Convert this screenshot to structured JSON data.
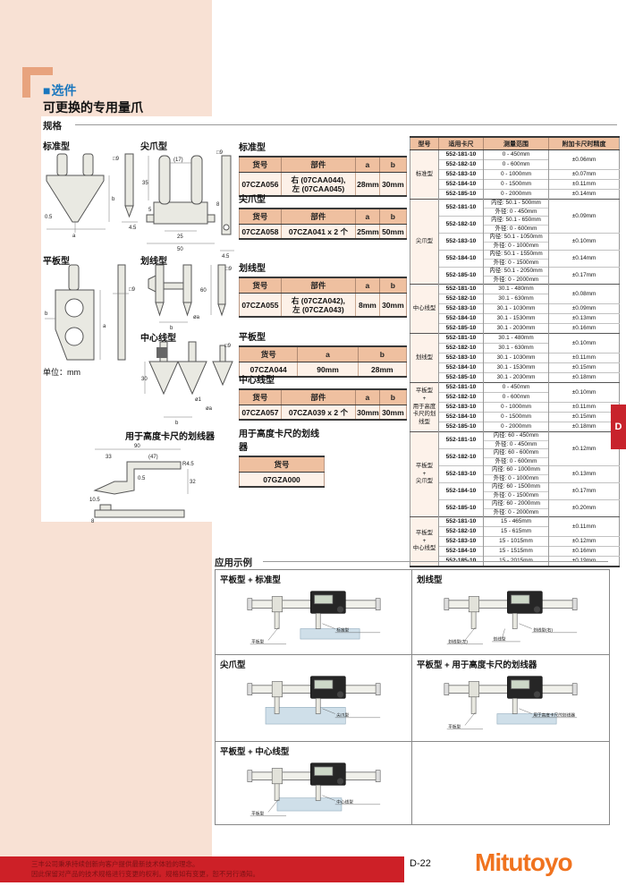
{
  "header": {
    "section_marker": "■",
    "section_title": "选件",
    "page_subtitle": "可更换的专用量爪",
    "spec_heading": "规格"
  },
  "drawings": {
    "unit_note": "单位：mm",
    "standard": {
      "label": "标准型",
      "dims": [
        "0.5",
        "a",
        "b",
        "□9",
        "4.5"
      ]
    },
    "pointed": {
      "label": "尖爪型",
      "dims": [
        "35",
        "5",
        "(17)",
        "8",
        "25",
        "50",
        "□9",
        "4.5"
      ]
    },
    "flat": {
      "label": "平板型",
      "dims": [
        "b",
        "a",
        "□9"
      ]
    },
    "scribing": {
      "label": "划线型",
      "dims": [
        "60",
        "b",
        "øa",
        "□9"
      ]
    },
    "centerline": {
      "label": "中心线型",
      "dims": [
        "30",
        "ø1",
        "øa",
        "b",
        "□9"
      ]
    },
    "height_scriber": {
      "label": "用于高度卡尺的划线器",
      "dims": [
        "90",
        "33",
        "(47)",
        "R4.5",
        "32",
        "10.5",
        "0.5",
        "8"
      ]
    }
  },
  "part_tables": [
    {
      "title": "标准型",
      "headers": [
        "货号",
        "部件",
        "a",
        "b"
      ],
      "rows": [
        [
          "07CZA056",
          "右 (07CAA044),\n左 (07CAA045)",
          "28mm",
          "30mm"
        ]
      ]
    },
    {
      "title": "尖爪型",
      "headers": [
        "货号",
        "部件",
        "a",
        "b"
      ],
      "rows": [
        [
          "07CZA058",
          "07CZA041 x 2 个",
          "25mm",
          "50mm"
        ]
      ]
    },
    {
      "title": "划线型",
      "headers": [
        "货号",
        "部件",
        "a",
        "b"
      ],
      "rows": [
        [
          "07CZA055",
          "右 (07CZA042),\n左 (07CZA043)",
          "8mm",
          "30mm"
        ]
      ]
    },
    {
      "title": "平板型",
      "headers": [
        "货号",
        "a",
        "b"
      ],
      "rows": [
        [
          "07CZA044",
          "90mm",
          "28mm"
        ]
      ]
    },
    {
      "title": "中心线型",
      "headers": [
        "货号",
        "部件",
        "a",
        "b"
      ],
      "rows": [
        [
          "07CZA057",
          "07CZA039 x 2 个",
          "30mm",
          "30mm"
        ]
      ]
    },
    {
      "title": "用于高度卡尺的划线器",
      "headers": [
        "货号"
      ],
      "rows": [
        [
          "07GZA000"
        ]
      ]
    }
  ],
  "model_table": {
    "headers": [
      "型号",
      "适用卡尺",
      "测量范围",
      "附加卡尺时精度"
    ],
    "groups": [
      {
        "type": "标准型",
        "rows": [
          {
            "model": "552-181-10",
            "range": [
              "0 - 450mm"
            ],
            "acc": "±0.06mm",
            "accSpan": 2
          },
          {
            "model": "552-182-10",
            "range": [
              "0 - 600mm"
            ]
          },
          {
            "model": "552-183-10",
            "range": [
              "0 - 1000mm"
            ],
            "acc": "±0.07mm"
          },
          {
            "model": "552-184-10",
            "range": [
              "0 - 1500mm"
            ],
            "acc": "±0.11mm"
          },
          {
            "model": "552-185-10",
            "range": [
              "0 - 2000mm"
            ],
            "acc": "±0.14mm"
          }
        ]
      },
      {
        "type": "尖爪型",
        "rows": [
          {
            "model": "552-181-10",
            "range": [
              "内径: 50.1 - 500mm",
              "外径: 0 - 450mm"
            ],
            "acc": "±0.09mm",
            "accSpan": 2
          },
          {
            "model": "552-182-10",
            "range": [
              "内径: 50.1 - 650mm",
              "外径: 0 - 600mm"
            ]
          },
          {
            "model": "552-183-10",
            "range": [
              "内径: 50.1 - 1050mm",
              "外径: 0 - 1000mm"
            ],
            "acc": "±0.10mm"
          },
          {
            "model": "552-184-10",
            "range": [
              "内径: 50.1 - 1550mm",
              "外径: 0 - 1500mm"
            ],
            "acc": "±0.14mm"
          },
          {
            "model": "552-185-10",
            "range": [
              "内径: 50.1 - 2050mm",
              "外径: 0 - 2000mm"
            ],
            "acc": "±0.17mm"
          }
        ]
      },
      {
        "type": "中心线型",
        "rows": [
          {
            "model": "552-181-10",
            "range": [
              "30.1 - 480mm"
            ],
            "acc": "±0.08mm",
            "accSpan": 2
          },
          {
            "model": "552-182-10",
            "range": [
              "30.1 - 630mm"
            ]
          },
          {
            "model": "552-183-10",
            "range": [
              "30.1 - 1030mm"
            ],
            "acc": "±0.09mm"
          },
          {
            "model": "552-184-10",
            "range": [
              "30.1 - 1530mm"
            ],
            "acc": "±0.13mm"
          },
          {
            "model": "552-185-10",
            "range": [
              "30.1 - 2030mm"
            ],
            "acc": "±0.16mm"
          }
        ]
      },
      {
        "type": "划线型",
        "rows": [
          {
            "model": "552-181-10",
            "range": [
              "30.1 - 480mm"
            ],
            "acc": "±0.10mm",
            "accSpan": 2
          },
          {
            "model": "552-182-10",
            "range": [
              "30.1 - 630mm"
            ]
          },
          {
            "model": "552-183-10",
            "range": [
              "30.1 - 1030mm"
            ],
            "acc": "±0.11mm"
          },
          {
            "model": "552-184-10",
            "range": [
              "30.1 - 1530mm"
            ],
            "acc": "±0.15mm"
          },
          {
            "model": "552-185-10",
            "range": [
              "30.1 - 2030mm"
            ],
            "acc": "±0.18mm"
          }
        ]
      },
      {
        "type": "平板型\n+\n用于高度\n卡尺的划\n线型",
        "rows": [
          {
            "model": "552-181-10",
            "range": [
              "0 - 450mm"
            ],
            "acc": "±0.10mm",
            "accSpan": 2
          },
          {
            "model": "552-182-10",
            "range": [
              "0 - 600mm"
            ]
          },
          {
            "model": "552-183-10",
            "range": [
              "0 - 1000mm"
            ],
            "acc": "±0.11mm"
          },
          {
            "model": "552-184-10",
            "range": [
              "0 - 1500mm"
            ],
            "acc": "±0.15mm"
          },
          {
            "model": "552-185-10",
            "range": [
              "0 - 2000mm"
            ],
            "acc": "±0.18mm"
          }
        ]
      },
      {
        "type": "平板型\n+\n尖爪型",
        "rows": [
          {
            "model": "552-181-10",
            "range": [
              "内径: 60 - 450mm",
              "外径: 0 - 450mm"
            ],
            "acc": "±0.12mm",
            "accSpan": 2
          },
          {
            "model": "552-182-10",
            "range": [
              "内径: 60 - 600mm",
              "外径: 0 - 600mm"
            ]
          },
          {
            "model": "552-183-10",
            "range": [
              "内径: 60 - 1000mm",
              "外径: 0 - 1000mm"
            ],
            "acc": "±0.13mm"
          },
          {
            "model": "552-184-10",
            "range": [
              "内径: 60 - 1500mm",
              "外径: 0 - 1500mm"
            ],
            "acc": "±0.17mm"
          },
          {
            "model": "552-185-10",
            "range": [
              "内径: 60 - 2000mm",
              "外径: 0 - 2000mm"
            ],
            "acc": "±0.20mm"
          }
        ]
      },
      {
        "type": "平板型\n+\n中心线型",
        "rows": [
          {
            "model": "552-181-10",
            "range": [
              "15 - 465mm"
            ],
            "acc": "±0.11mm",
            "accSpan": 2
          },
          {
            "model": "552-182-10",
            "range": [
              "15 - 615mm"
            ]
          },
          {
            "model": "552-183-10",
            "range": [
              "15 - 1015mm"
            ],
            "acc": "±0.12mm"
          },
          {
            "model": "552-184-10",
            "range": [
              "15 - 1515mm"
            ],
            "acc": "±0.16mm"
          },
          {
            "model": "552-185-10",
            "range": [
              "15 - 2015mm"
            ],
            "acc": "±0.19mm"
          }
        ]
      }
    ]
  },
  "applications": {
    "title": "应用示例",
    "cells": [
      {
        "title": "平板型 + 标准型",
        "labels": [
          "标准型",
          "平板型"
        ],
        "variant": "under-right"
      },
      {
        "title": "划线型",
        "labels": [
          "划线型(右)",
          "划线型(左)",
          "划线型"
        ],
        "variant": "none"
      },
      {
        "title": "尖爪型",
        "labels": [
          "尖爪型"
        ],
        "variant": "block"
      },
      {
        "title": "平板型 + 用于高度卡尺的划线器",
        "labels": [
          "用于高度卡尺的划线器",
          "平板型"
        ],
        "variant": "under-right"
      },
      {
        "title": "平板型 + 中心线型",
        "labels": [
          "中心线型",
          "平板型"
        ],
        "variant": "between"
      }
    ]
  },
  "footer": {
    "tab_letter": "D",
    "page_number": "D-22",
    "brand": "Mitutoyo",
    "disclaimer_line1": "三丰公司秉承持续创新向客户提供最新技术体验的理念。",
    "disclaimer_line2": "因此保留对产品的技术规格进行变更的权利。规格如有变更，恕不另行通知。"
  },
  "colors": {
    "accent_blue": "#1a77be",
    "salmon_header": "#efc0a0",
    "pink_bg": "#f8e1d4",
    "footer_red": "#cd2027",
    "logo_orange": "#f0731f",
    "tab_red": "#c8232c"
  }
}
